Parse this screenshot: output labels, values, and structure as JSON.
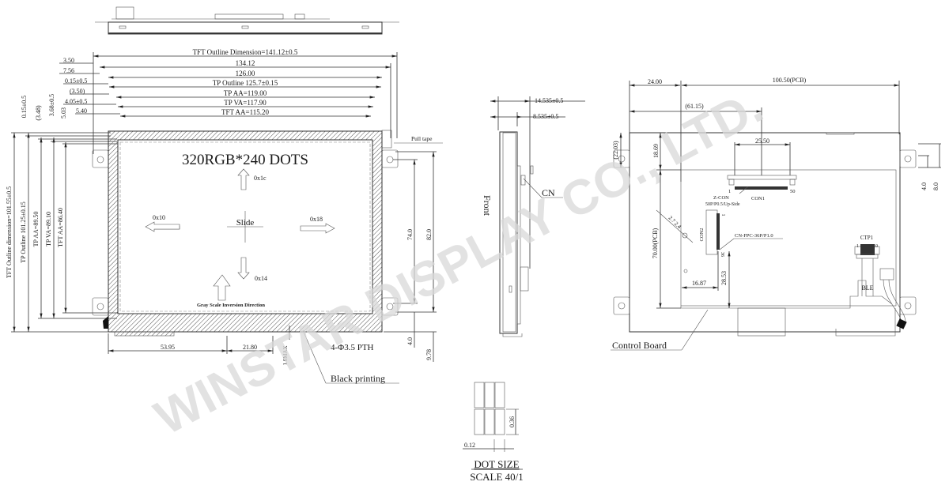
{
  "watermark": "WINSTAR DISPLAY CO., LTD.",
  "front_view": {
    "resolution_label": "320RGB*240 DOTS",
    "center_label": "Slide",
    "arrows": [
      {
        "dir": "up",
        "label": "0x1c"
      },
      {
        "dir": "left",
        "label": "0x10"
      },
      {
        "dir": "right",
        "label": "0x18"
      },
      {
        "dir": "down",
        "label": "0x14"
      }
    ],
    "gray_scale_label": "Gray Scale Inversion Direction",
    "pull_tape": "Pull tape",
    "hole_label": "4-Φ3.5 PTH",
    "black_printing": "Black printing",
    "horizontal_dims": {
      "tft_outline": "TFT Outline Dimension=141.12±0.5",
      "d134": "134.12",
      "d126": "126.00",
      "tp_outline": "TP Outline 125.7±0.15",
      "tp_aa": "TP AA=119.00",
      "tp_va": "TP VA=117.90",
      "tft_aa": "TFT AA=115.20",
      "left_offsets": [
        "3.50",
        "7.56",
        "0.15±0.5",
        "(3.50)",
        "4.05±0.5",
        "5.40"
      ]
    },
    "vertical_dims": {
      "tft_outline": "TFT Outline dimension=101.55±0.5",
      "tp_outline": "TP Outline 101.25±0.15",
      "tp_aa": "TP AA=89.50",
      "tp_va": "TP VA=89.10",
      "tft_aa": "TFT AA=86.40",
      "top_offsets": [
        "0.15±0.5",
        "(3.48)",
        "3.68±0.5",
        "5.03"
      ]
    },
    "right_dims": [
      "74.0",
      "82.0",
      "4.0",
      "9.78"
    ],
    "bottom_dims": [
      "53.95",
      "21.80",
      "1.0MAX"
    ]
  },
  "side_view": {
    "front_label": "Front",
    "cn_label": "CN",
    "dims": [
      "14.535±0.5",
      "8.535±0.5"
    ]
  },
  "dot_size": {
    "title": "DOT SIZE",
    "scale": "SCALE 40/1",
    "width": "0.12",
    "height": "0.36"
  },
  "rear_view": {
    "dims_top": [
      "24.00",
      "100.50(PCB)",
      "(61.15)",
      "25.50"
    ],
    "dims_left": [
      "(22.03)",
      "18.69",
      "70.00(PCB)"
    ],
    "dims_right": [
      "4.0",
      "8.0"
    ],
    "dims_inner": [
      "16.87",
      "28.53",
      "2.7 2.4"
    ],
    "con1": "CON1",
    "con1_pin_start": "1",
    "con1_pin_end": "50",
    "zcon": "Z-CON",
    "zcon_spec": "50P/P0.5/Up-Side",
    "con2": "CON2",
    "con2_pin_start": "1",
    "con2_pin_end": "36",
    "fpc_spec": "CN-FPC-36P/P1.0",
    "ctp1": "CTP1",
    "ctp_pin_start": "1",
    "ctp_pin_end": "10",
    "ble": "BLE",
    "control_board": "Control Board"
  }
}
